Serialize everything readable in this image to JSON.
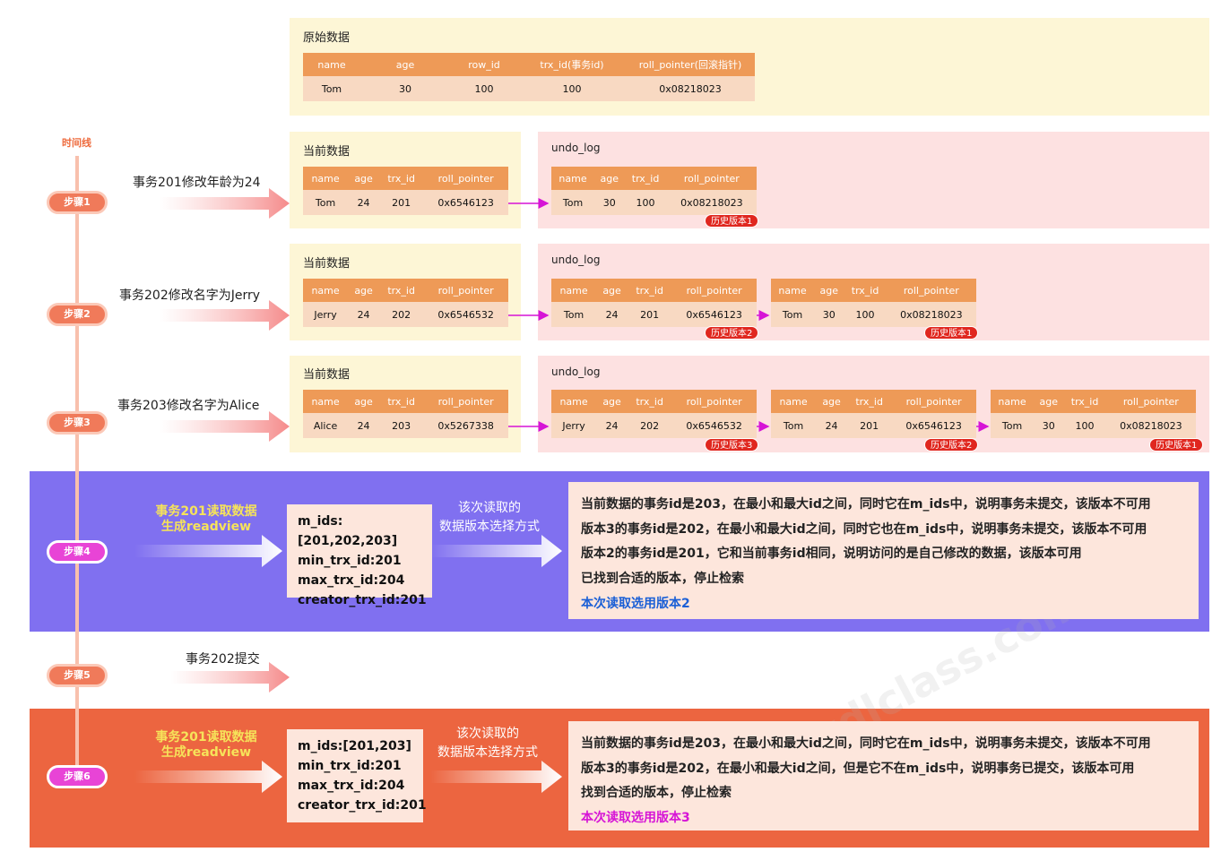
{
  "timeline": {
    "label": "时间线"
  },
  "steps": [
    "步骤1",
    "步骤2",
    "步骤3",
    "步骤4",
    "步骤5",
    "步骤6"
  ],
  "actions": {
    "s1": "事务201修改年龄为24",
    "s2": "事务202修改名字为Jerry",
    "s3": "事务203修改名字为Alice",
    "s4": [
      "事务201读取数据",
      "生成readview"
    ],
    "s5": "事务202提交",
    "s6": [
      "事务201读取数据",
      "生成readview"
    ]
  },
  "original": {
    "title": "原始数据",
    "headers": [
      "name",
      "age",
      "row_id",
      "trx_id(事务id)",
      "roll_pointer(回滚指针)"
    ],
    "row": [
      "Tom",
      "30",
      "100",
      "100",
      "0x08218023"
    ]
  },
  "current_title": "当前数据",
  "undo_title": "undo_log",
  "short_headers": [
    "name",
    "age",
    "trx_id",
    "roll_pointer"
  ],
  "current_rows": [
    [
      "Tom",
      "24",
      "201",
      "0x6546123"
    ],
    [
      "Jerry",
      "24",
      "202",
      "0x6546532"
    ],
    [
      "Alice",
      "24",
      "203",
      "0x5267338"
    ]
  ],
  "undo_rows": {
    "r1": [
      [
        "Tom",
        "30",
        "100",
        "0x08218023"
      ]
    ],
    "r2": [
      [
        "Tom",
        "24",
        "201",
        "0x6546123"
      ],
      [
        "Tom",
        "30",
        "100",
        "0x08218023"
      ]
    ],
    "r3": [
      [
        "Jerry",
        "24",
        "202",
        "0x6546532"
      ],
      [
        "Tom",
        "24",
        "201",
        "0x6546123"
      ],
      [
        "Tom",
        "30",
        "100",
        "0x08218023"
      ]
    ]
  },
  "badges": {
    "v1": "历史版本1",
    "v2": "历史版本2",
    "v3": "历史版本3"
  },
  "readview1": [
    "m_ids:[201,202,203]",
    "min_trx_id:201",
    "max_trx_id:204",
    "creator_trx_id:201"
  ],
  "readview2": [
    "m_ids:[201,203]",
    "min_trx_id:201",
    "max_trx_id:204",
    "creator_trx_id:201"
  ],
  "select_label": [
    "该次读取的",
    "数据版本选择方式"
  ],
  "desc1": [
    "当前数据的事务id是203，在最小和最大id之间，同时它在m_ids中，说明事务未提交，该版本不可用",
    "版本3的事务id是202，在最小和最大id之间，同时它也在m_ids中，说明事务未提交，该版本不可用",
    "版本2的事务id是201，它和当前事务id相同，说明访问的是自己修改的数据，该版本可用",
    "已找到合适的版本，停止检索",
    "本次读取选用版本2"
  ],
  "desc2": [
    "当前数据的事务id是203，在最小和最大id之间，同时它在m_ids中，说明事务未提交，该版本不可用",
    "版本3的事务id是202，在最小和最大id之间，但是它不在m_ids中，说明事务已提交，该版本可用",
    "找到合适的版本，停止检索",
    "本次读取选用版本3"
  ],
  "watermark": "ydlclass.com",
  "colors": {
    "band_purple": "#8070f0",
    "band_orange": "#ec6540",
    "accent_blue": "#1a5fd6",
    "accent_magenta": "#d614d6",
    "header_orange": "#ee9a57"
  }
}
